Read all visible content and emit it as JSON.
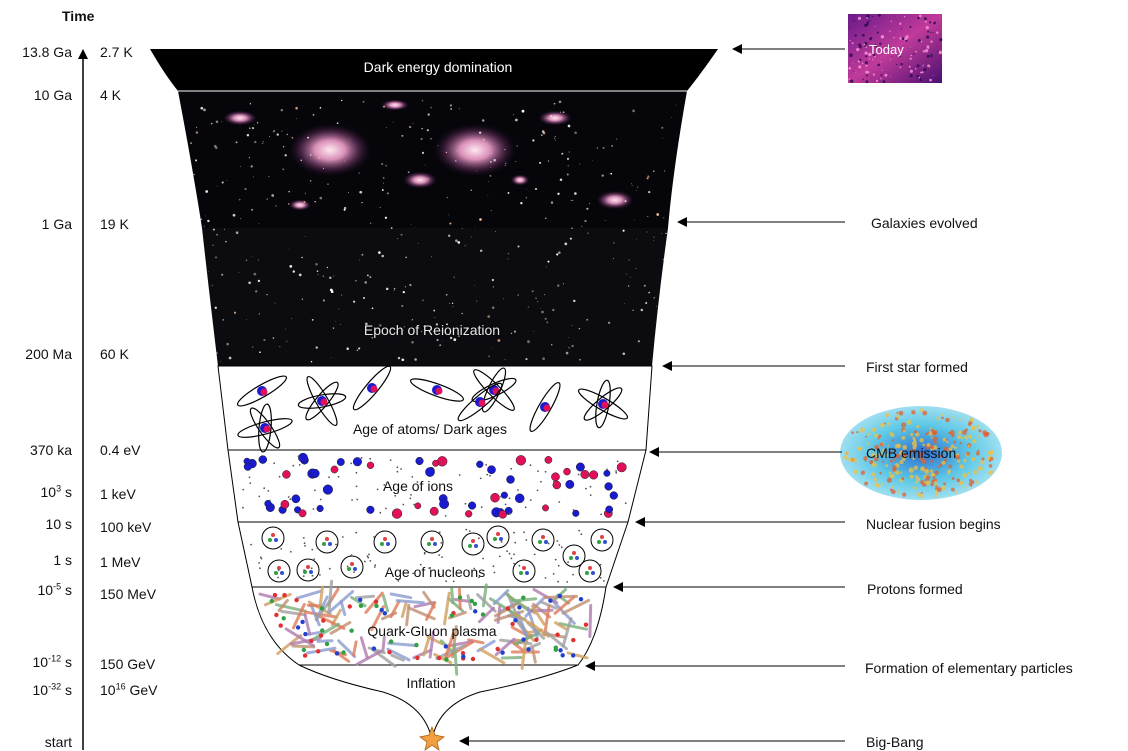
{
  "axis": {
    "title": "Time",
    "rows": [
      {
        "time": "13.8 Ga",
        "temp": "2.7 K"
      },
      {
        "time": "10 Ga",
        "temp": "4 K"
      },
      {
        "time": "1 Ga",
        "temp": "19 K"
      },
      {
        "time": "200 Ma",
        "temp": "60 K"
      },
      {
        "time": "370 ka",
        "temp": "0.4 eV"
      },
      {
        "time_base": "10",
        "time_exp": "3",
        "time_unit": " s",
        "temp": "1 keV"
      },
      {
        "time": "10 s",
        "temp": "100 keV"
      },
      {
        "time": "1 s",
        "temp": "1 MeV"
      },
      {
        "time_base": "10",
        "time_exp": "-5",
        "time_unit": " s",
        "temp": "150 MeV"
      },
      {
        "time_base": "10",
        "time_exp": "-12",
        "time_unit": " s",
        "temp": "150 GeV"
      },
      {
        "time_base": "10",
        "time_exp": "-32",
        "time_unit": " s",
        "temp_base": "10",
        "temp_exp": "16",
        "temp_unit": " GeV"
      },
      {
        "time": "start",
        "temp": ""
      }
    ]
  },
  "eras": {
    "dark_energy": "Dark energy domination",
    "reionization": "Epoch of Reionization",
    "atoms": "Age of atoms/ Dark ages",
    "ions": "Age of ions",
    "nucleons": "Age of nucleons",
    "qgp": "Quark-Gluon plasma",
    "inflation": "Inflation"
  },
  "events": [
    "Galaxies evolved",
    "First star formed",
    "CMB emission",
    "Nuclear fusion begins",
    "Protons formed",
    "Formation of elementary particles",
    "Big-Bang"
  ],
  "insets": {
    "today": "Today"
  },
  "colors": {
    "dark_band": "#000000",
    "ion_red": "#e0105a",
    "ion_blue": "#1a1ad0",
    "cmb_cyan": "#5ec8e6",
    "star_orange": "#f0a040"
  }
}
